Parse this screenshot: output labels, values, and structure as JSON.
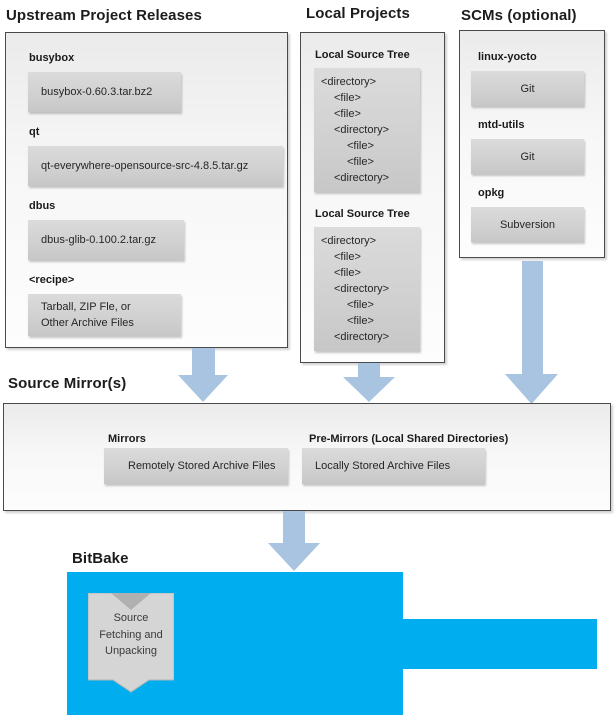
{
  "colors": {
    "arrow_blue": "#a8c4e0",
    "bitbake_cyan": "#00aeef",
    "item_gray": "#d0d0d0"
  },
  "upstream": {
    "title": "Upstream Project Releases",
    "items": [
      {
        "label": "busybox",
        "lines": [
          "busybox-0.60.3.tar.bz2"
        ]
      },
      {
        "label": "qt",
        "lines": [
          "qt-everywhere-opensource-src-4.8.5.tar.gz"
        ]
      },
      {
        "label": "dbus",
        "lines": [
          "dbus-glib-0.100.2.tar.gz"
        ]
      },
      {
        "label": "<recipe>",
        "lines": [
          "Tarball, ZIP Fle, or",
          "Other Archive Files"
        ]
      }
    ]
  },
  "local_projects": {
    "title": "Local Projects",
    "trees": [
      {
        "label": "Local Source Tree",
        "entries": [
          {
            "text": "<directory>",
            "level": 0
          },
          {
            "text": "<file>",
            "level": 1
          },
          {
            "text": "<file>",
            "level": 1
          },
          {
            "text": "<directory>",
            "level": 1
          },
          {
            "text": "<file>",
            "level": 2
          },
          {
            "text": "<file>",
            "level": 2
          },
          {
            "text": "<directory>",
            "level": 1
          }
        ]
      },
      {
        "label": "Local Source Tree",
        "entries": [
          {
            "text": "<directory>",
            "level": 0
          },
          {
            "text": "<file>",
            "level": 1
          },
          {
            "text": "<file>",
            "level": 1
          },
          {
            "text": "<directory>",
            "level": 1
          },
          {
            "text": "<file>",
            "level": 2
          },
          {
            "text": "<file>",
            "level": 2
          },
          {
            "text": "<directory>",
            "level": 1
          }
        ]
      }
    ]
  },
  "scms": {
    "title": "SCMs (optional)",
    "items": [
      {
        "label": "linux-yocto",
        "value": "Git"
      },
      {
        "label": "mtd-utils",
        "value": "Git"
      },
      {
        "label": "opkg",
        "value": "Subversion"
      }
    ]
  },
  "source_mirrors": {
    "title": "Source Mirror(s)",
    "sections": [
      {
        "label": "Mirrors",
        "value": "Remotely Stored Archive Files"
      },
      {
        "label": "Pre-Mirrors (Local Shared Directories)",
        "value": "Locally Stored Archive Files"
      }
    ]
  },
  "bitbake": {
    "title": "BitBake",
    "banner_lines": [
      "Source",
      "Fetching and",
      "Unpacking"
    ]
  }
}
